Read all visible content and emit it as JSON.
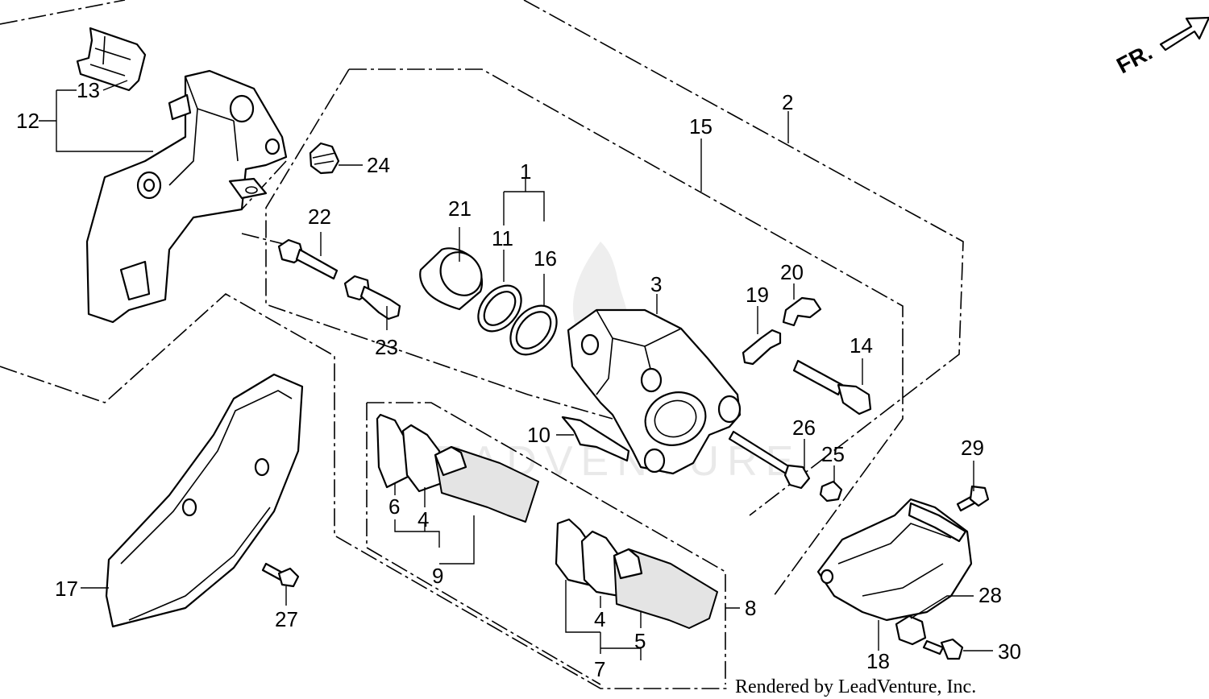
{
  "diagram": {
    "orientation_label": "FR.",
    "credit": "Rendered by LeadVenture, Inc.",
    "watermark": "LEADVENTURE",
    "callouts": {
      "c1": "1",
      "c2": "2",
      "c3": "3",
      "c4a": "4",
      "c4b": "4",
      "c5": "5",
      "c6": "6",
      "c7": "7",
      "c8": "8",
      "c9": "9",
      "c10": "10",
      "c11": "11",
      "c12": "12",
      "c13": "13",
      "c14": "14",
      "c15": "15",
      "c16": "16",
      "c17": "17",
      "c18": "18",
      "c19": "19",
      "c20": "20",
      "c21": "21",
      "c22": "22",
      "c23": "23",
      "c24": "24",
      "c25": "25",
      "c26": "26",
      "c27": "27",
      "c28": "28",
      "c29": "29",
      "c30": "30"
    }
  }
}
